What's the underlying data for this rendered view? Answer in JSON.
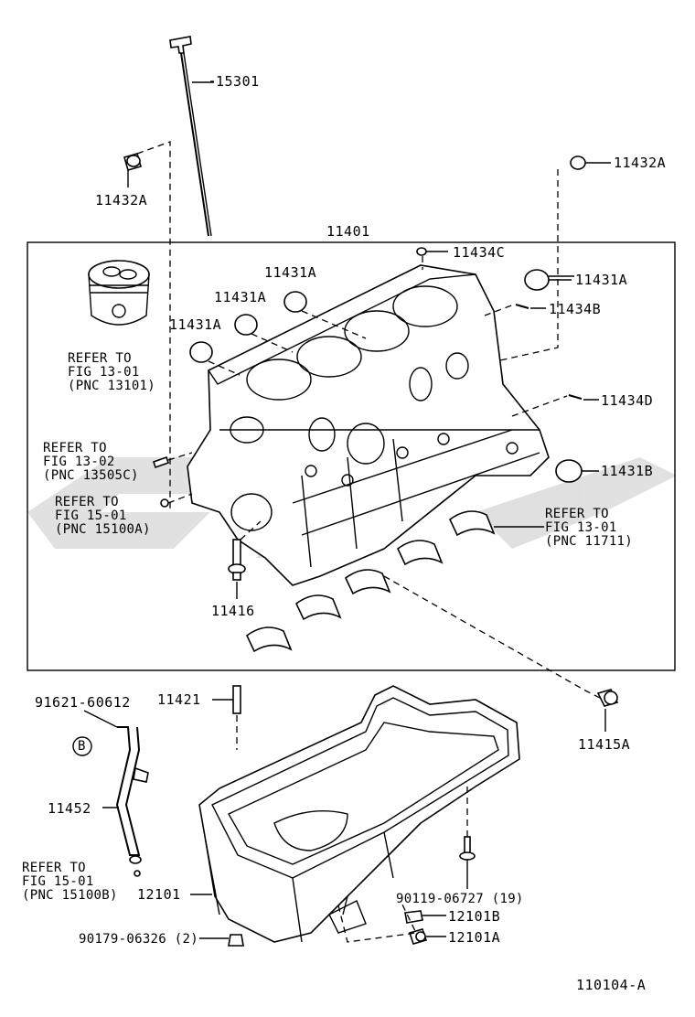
{
  "diagram": {
    "figure_id": "110104-A",
    "watermark_color": "#c8c8c8",
    "line_color": "#000000",
    "labels": {
      "p15301": "15301",
      "p11432a_left": "11432A",
      "p11432a_right": "11432A",
      "p11401": "11401",
      "p11434c": "11434C",
      "p11431a_1": "11431A",
      "p11431a_2": "11431A",
      "p11431a_3": "11431A",
      "p11431a_right": "11431A",
      "p11434b": "11434B",
      "p11434d": "11434D",
      "p11431b": "11431B",
      "p11416": "11416",
      "p11415a": "11415A",
      "p91621": "91621-60612",
      "p11421": "11421",
      "p11452": "11452",
      "p12101": "12101",
      "p90119": "90119-06727 (19)",
      "p12101b": "12101B",
      "p12101a": "12101A",
      "p90179": "90179-06326 (2)",
      "circle_b": "B"
    },
    "refers": {
      "piston": [
        "REFER TO",
        "FIG 13-01",
        "(PNC 13101)"
      ],
      "fig1302": [
        "REFER TO",
        "FIG 13-02",
        "(PNC 13505C)"
      ],
      "fig1501a": [
        "REFER TO",
        "FIG 15-01",
        "(PNC 15100A)"
      ],
      "fig1301b": [
        "REFER TO",
        "FIG 13-01",
        "(PNC 11711)"
      ],
      "fig1501b": [
        "REFER TO",
        "FIG 15-01",
        "(PNC 15100B)"
      ]
    }
  }
}
